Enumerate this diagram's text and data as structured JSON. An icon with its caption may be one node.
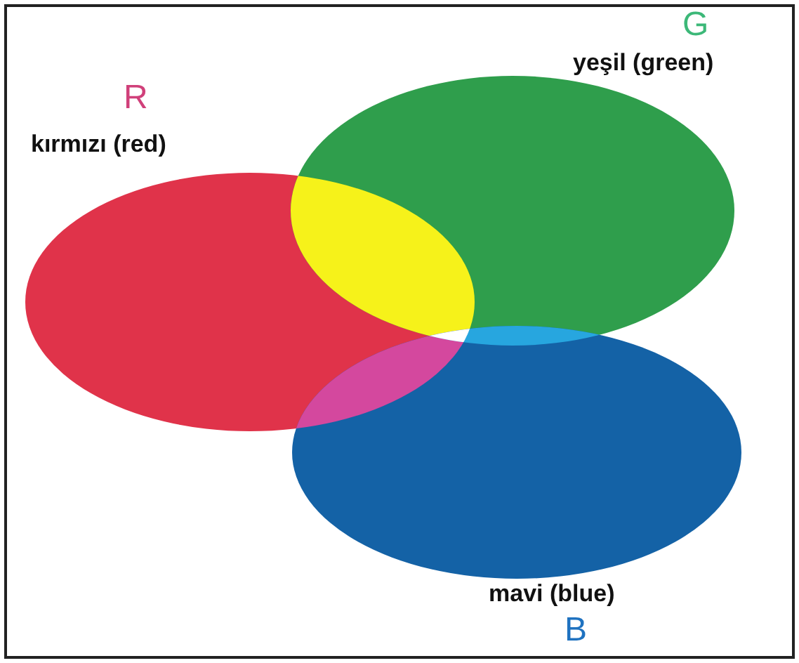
{
  "diagram": {
    "labels": [
      "G",
      "yeşil (green)",
      "R",
      "kırmızı (red)",
      "mavi (blue)",
      "B"
    ]
  }
}
